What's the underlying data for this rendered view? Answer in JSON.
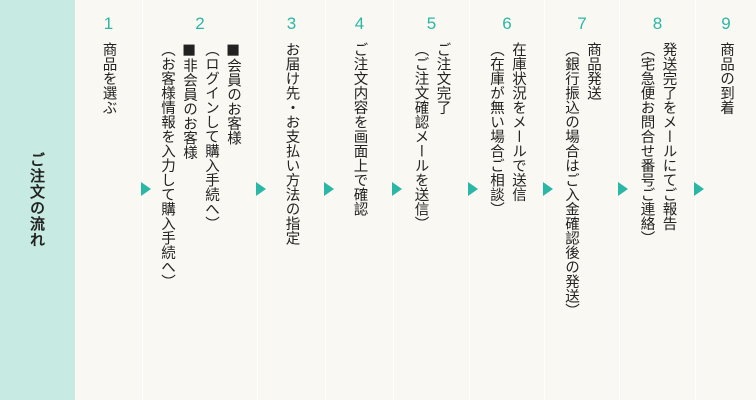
{
  "header": {
    "title": "ご注文の流れ"
  },
  "colors": {
    "accent": "#2bb7a5",
    "header_bg": "#c7ebe2",
    "panel_bg": "#faf8f3"
  },
  "steps": [
    {
      "num": "1",
      "lines": [
        "商品を選ぶ"
      ]
    },
    {
      "num": "2",
      "lines": [
        "■会員のお客様",
        "（ログインして購入手続へ）",
        "■非会員のお客様",
        "（お客様情報を入力して購入手続へ）"
      ]
    },
    {
      "num": "3",
      "lines": [
        "お届け先・お支払い方法の指定"
      ]
    },
    {
      "num": "4",
      "lines": [
        "ご注文内容を画面上で確認"
      ]
    },
    {
      "num": "5",
      "lines": [
        "ご注文完了",
        "（ご注文確認メールを送信）"
      ]
    },
    {
      "num": "6",
      "lines": [
        "在庫状況をメールで送信",
        "（在庫が無い場合ご相談）"
      ]
    },
    {
      "num": "7",
      "lines": [
        "商品発送",
        "（銀行振込の場合はご入金確認後の発送）"
      ]
    },
    {
      "num": "8",
      "lines": [
        "発送完了をメールにてご報告",
        "（宅急便お問合せ番号ご連絡）"
      ]
    },
    {
      "num": "9",
      "lines": [
        "商品の到着"
      ]
    }
  ]
}
